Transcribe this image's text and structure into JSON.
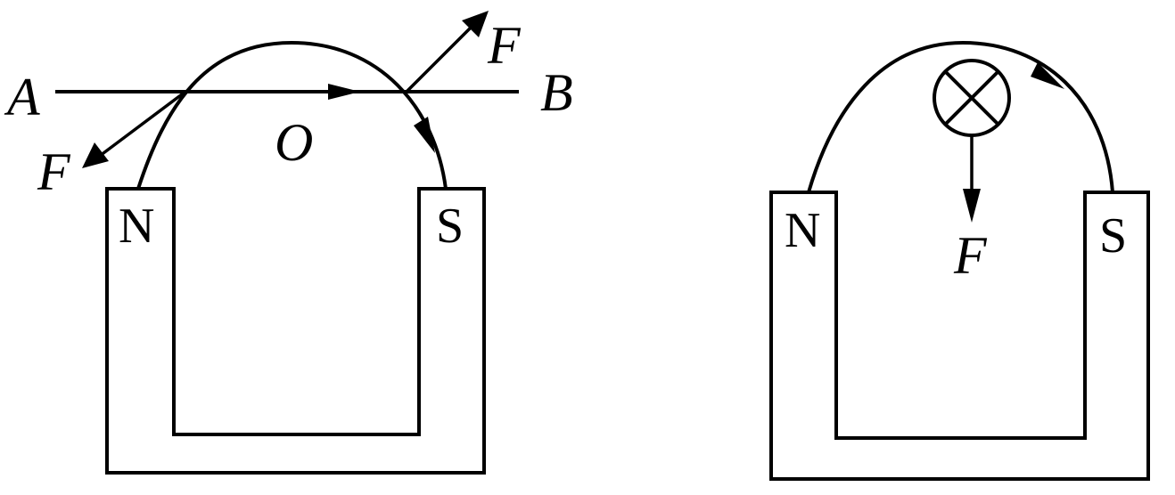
{
  "left_figure": {
    "point_a": "A",
    "point_b": "B",
    "center_o": "O",
    "force_upper": "F",
    "force_lower": "F",
    "pole_north": "N",
    "pole_south": "S"
  },
  "right_figure": {
    "force": "F",
    "pole_north": "N",
    "pole_south": "S"
  }
}
